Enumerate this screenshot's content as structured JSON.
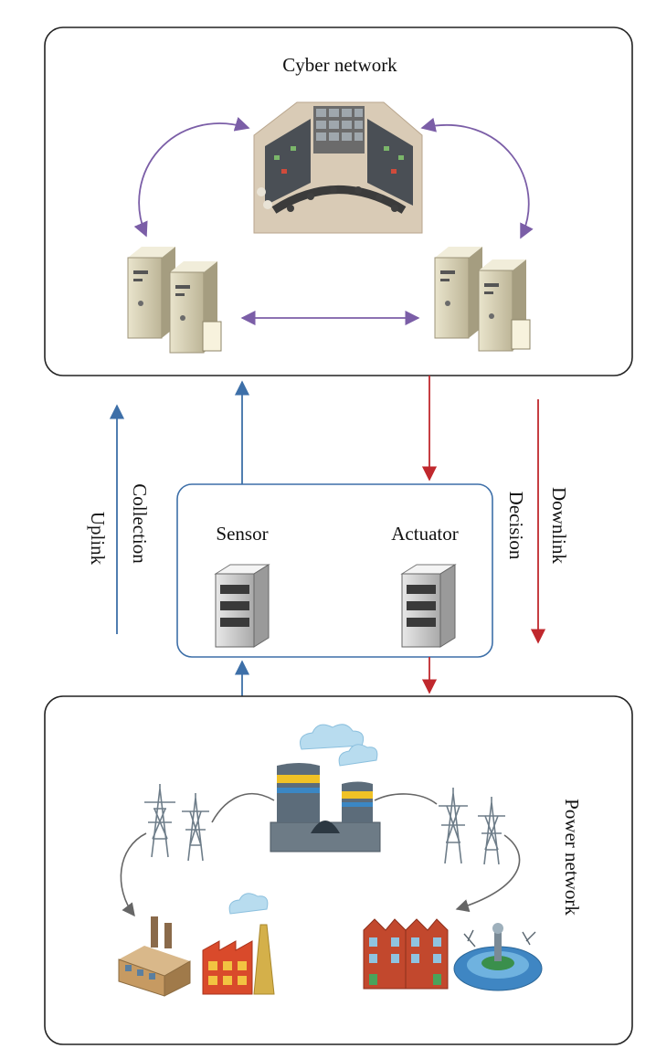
{
  "cyber": {
    "title": "Cyber network"
  },
  "power": {
    "title": "Power network"
  },
  "uplink": {
    "line1": "Collection",
    "line2": "Uplink"
  },
  "downlink": {
    "line1": "Downlink",
    "line2": "Decision"
  },
  "middle": {
    "sensor_label": "Sensor",
    "actuator_label": "Actuator"
  },
  "colors": {
    "uplink": "#3d6fa8",
    "downlink": "#c0282d",
    "cyber_links": "#7b5ea7",
    "power_links": "#666666",
    "frame": "#222222",
    "middle_frame": "#3d6fa8"
  }
}
